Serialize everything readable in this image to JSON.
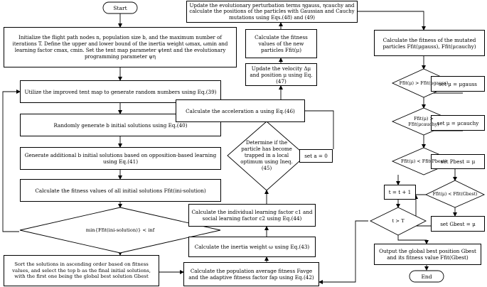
{
  "nodes": {
    "start": "Start",
    "end": "End",
    "init": "Initialize the flight path nodes n, population size b, and the maximum number of iterations T. Define the upper and lower bound of the inertia weight ωmax, ωmin and learning factor cmax, cmin. Set the tent map parameter ψtent and the evolutionary programming parameter ψη",
    "tent": "Utilize the improved tent map to generate random numbers using Eq.(39)",
    "randgen": "Randomly generate b initial solutions using Eq.(40)",
    "obl": "Generate additional b initial solutions based on opposition-based learning using Eq.(41)",
    "fitness_init": "Calculate the fitness values of all initial solutions Ffit(ini-solution)",
    "cond_inf": "min{Ffit(ini-solution)} < inf",
    "sort": "Sort the solutions in ascending order based on fitness values, and select the top b as the final initial solutions, with the first one being the global best solution Gbest",
    "avg_fit": "Calculate the population average fitness Favge and the adaptive fitness factor fap using Eq.(42)",
    "inertia": "Calculate the inertia weight ω using Eq.(43)",
    "learning": "Calculate the individual learning factor c1 and social learning factor c2 using Eq.(44)",
    "trapped": "Determine if the particle has become trapped in a local optimum using Ineq.(45)",
    "set_a": "set a = 0",
    "accel": "Calculate the acceleration a using Eq.(46)",
    "velocity": "Update the velocity Δμ and position μ using Eq.(47)",
    "fit_new": "Calculate the fitness values of the new particles Ffit(μ)",
    "perturb": "Update the evolutionary perturbation terms ηgauss, ηcauchy and calculate the positions of the particles with Gaussian and Cauchy mutations using Eqs.(48) and (49)",
    "fit_mut": "Calculate the fitness of the mutated particles Ffit(μgauss), Ffit(μcauchy)",
    "d_gauss": "Ffit(μ) > Ffit(μgauss)",
    "set_gauss": "set μ = μgauss",
    "d_cauchy": "Ffit(μ) > Ffit(μcauchy)",
    "set_cauchy": "set μ = μcauchy",
    "d_pbest": "Ffit(μ) < Ffit(Pbest)",
    "set_pbest": "set Pbest = μ",
    "t_inc": "t = t + 1",
    "d_gbest": "Ffit(μ) < Ffit(Gbest)",
    "set_gbest": "set Gbest = μ",
    "d_T": "t > T",
    "output": "Output the global best position Gbest and its fitness value Ffit(Gbest)"
  }
}
